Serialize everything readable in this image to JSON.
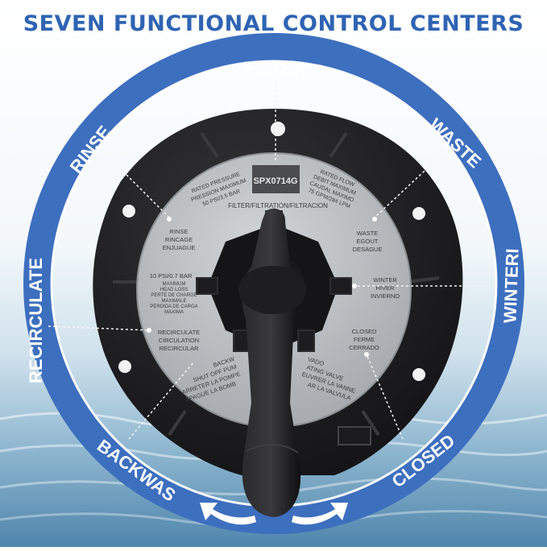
{
  "headline": "SEVEN FUNCTIONAL CONTROL CENTERS",
  "ring_labels": {
    "filter": "FILTER",
    "waste": "WASTE",
    "winter": "WINTERI",
    "closed": "CLOSED",
    "backwash": "BACKWAS",
    "recirculate": "RECIRCULATE",
    "rinse": "RINSE"
  },
  "plate": {
    "model": "SPX0714G",
    "rated_pressure": [
      "RATED PRESSURE",
      "PRESSION MAXIMUM",
      "50 PSI/3.5 BAR"
    ],
    "rated_flow": [
      "RATED FLOW",
      "DEBIT MAXIMUM",
      "CAUDAL MAXIMO",
      "75 GPM/284 LPM"
    ],
    "filter": "FILTER/FILTRATION/FILTRACION",
    "waste": [
      "WASTE",
      "EGOUT",
      "DESAGUE"
    ],
    "winter": [
      "WINTER",
      "HIVER",
      "INVIERNO"
    ],
    "closed": [
      "CLOSED",
      "FERME",
      "CERRADO"
    ],
    "rinse": [
      "RINSE",
      "RINCAGE",
      "ENJUAGUE"
    ],
    "head_loss": [
      "10 PSI/0.7 BAR",
      "MAXIMUM",
      "HEAD LOSS",
      "PERTE DE CHARGE",
      "MAXIMALE",
      "PERDIDA DE CARGA",
      "MAXIMA"
    ],
    "recirculate": [
      "RECIRCULATE",
      "CIRCULATION",
      "RECIRCULAR"
    ],
    "backwash_lines": [
      "BACKW",
      "SHUT OFF PUM",
      "ARRETER LA POMPE",
      "APAGUE LA BOMB"
    ],
    "lavado_lines": [
      "VADO",
      "ATING VALVE",
      "EUVRER LA VANNE",
      "AR LA VALVULA"
    ]
  },
  "colors": {
    "ring": "#3d6fbf",
    "headline": "#2f64b3",
    "valve_body": "#1d1d1f",
    "plate": "#b9bcbf",
    "handle": "#141416"
  }
}
